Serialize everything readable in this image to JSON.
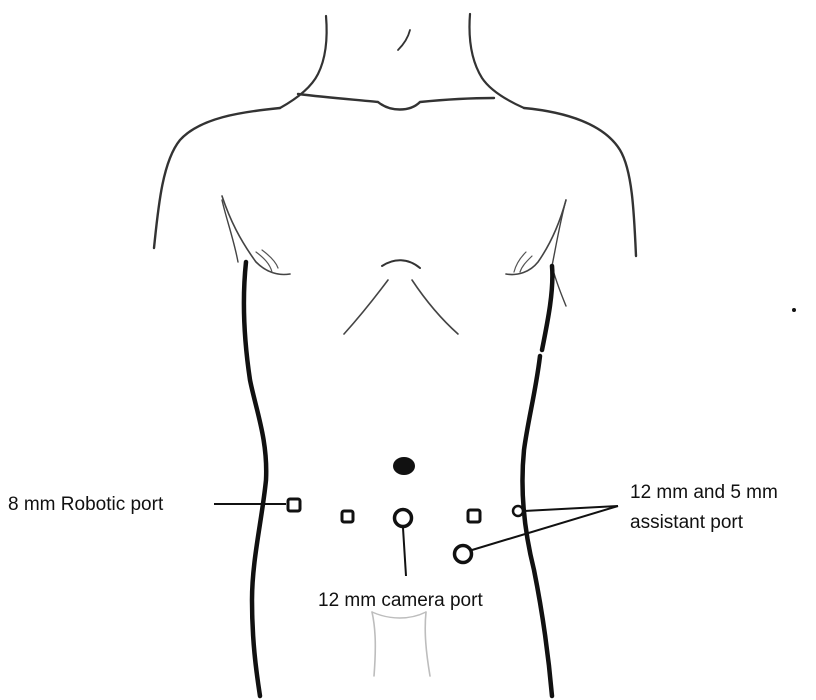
{
  "diagram": {
    "labels": {
      "robotic_port": "8 mm Robotic port",
      "assistant_port_line1": "12 mm and 5 mm",
      "assistant_port_line2": "assistant port",
      "camera_port": "12 mm camera port"
    },
    "colors": {
      "ink": "#111111",
      "sketch": "#333333",
      "faint": "#bdbdbd",
      "background": "#ffffff"
    },
    "markers": [
      {
        "kind": "filled-circle",
        "meaning": "umbilicus-marker"
      },
      {
        "kind": "square",
        "meaning": "8 mm robotic port"
      },
      {
        "kind": "square",
        "meaning": "8 mm robotic port"
      },
      {
        "kind": "large-circle",
        "meaning": "12 mm camera port"
      },
      {
        "kind": "square",
        "meaning": "8 mm robotic port"
      },
      {
        "kind": "small-circle",
        "meaning": "5 mm assistant port"
      },
      {
        "kind": "large-circle",
        "meaning": "12 mm assistant port"
      }
    ]
  }
}
